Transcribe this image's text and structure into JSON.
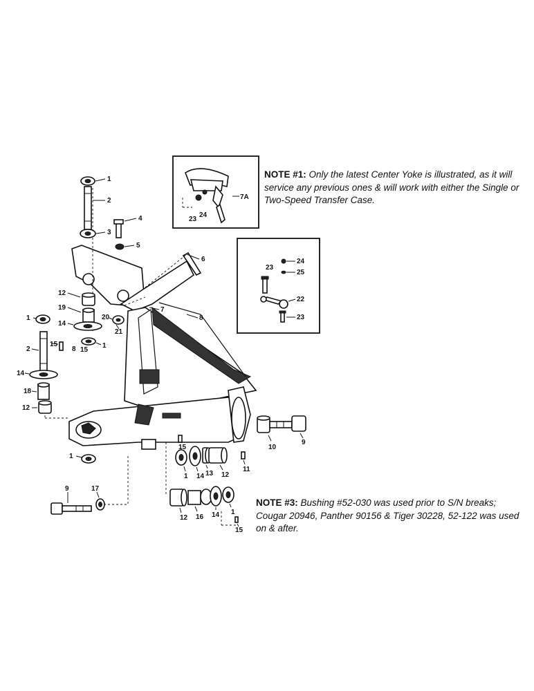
{
  "notes": {
    "note1": {
      "label": "NOTE #1:",
      "text": " Only the latest Center Yoke is illustrated, as it will service any previous ones & will work with either the Single or Two-Speed Transfer Case."
    },
    "note3": {
      "label": "NOTE #3:",
      "text": " Bushing #52-030 was used prior to S/N breaks; Cougar 20946, Panther 90156 & Tiger 30228, 52-122 was used on & after."
    }
  },
  "callouts": {
    "c1_top": "1",
    "c2_top": "2",
    "c3": "3",
    "c4": "4",
    "c5": "5",
    "c6": "6",
    "c7": "7",
    "c8": "8",
    "c12_left": "12",
    "c19": "19",
    "c20": "20",
    "c21": "21",
    "c14_upper": "14",
    "c1_mid": "1",
    "c8_small": "8",
    "c15_left": "15",
    "c1_left": "1",
    "c15_small": "15",
    "c2_left": "2",
    "c14_left": "14",
    "c18": "18",
    "c12_lower": "12",
    "c1_bottom": "1",
    "c9_bottom": "9",
    "c17": "17",
    "c10": "10",
    "c9_right": "9",
    "c11": "11",
    "c15_mid": "15",
    "c1_row": "1",
    "c14_row": "14",
    "c13": "13",
    "c12_row": "12",
    "c12_low": "12",
    "c16": "16",
    "c14_low": "14",
    "c1_low": "1",
    "c15_low": "15",
    "inset1_7a": "7A",
    "inset1_23": "23",
    "inset1_24": "24",
    "inset2_24": "24",
    "inset2_25": "25",
    "inset2_23a": "23",
    "inset2_22": "22",
    "inset2_23b": "23"
  }
}
